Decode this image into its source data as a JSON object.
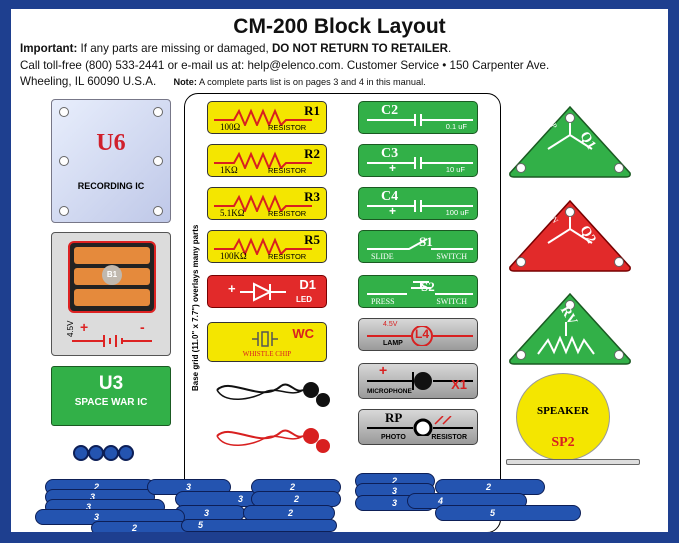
{
  "header": {
    "title": "CM-200 Block Layout",
    "important_label": "Important:",
    "important_text": " If any parts are missing or damaged, ",
    "do_not_return": "DO NOT RETURN TO RETAILER",
    "period": ".",
    "contact_line": "Call toll-free (800) 533-2441 or e-mail us at:  help@elenco.com. Customer Service • 150 Carpenter Ave.",
    "address": "Wheeling, IL  60090  U.S.A.",
    "note_label": "Note:",
    "note_text": " A complete parts list is on pages 3 and 4 in this manual."
  },
  "parts": {
    "u6": {
      "code": "U6",
      "name": "RECORDING IC"
    },
    "battery": {
      "code": "B1",
      "voltage": "4.5V",
      "plus": "+",
      "minus": "-"
    },
    "u3": {
      "code": "U3",
      "name": "SPACE WAR IC"
    },
    "base_grid": "Base grid (11.0\" x 7.7\") overlays many parts",
    "resistors": [
      {
        "code": "R1",
        "value": "100Ω",
        "type": "RESISTOR"
      },
      {
        "code": "R2",
        "value": "1KΩ",
        "type": "RESISTOR"
      },
      {
        "code": "R3",
        "value": "5.1KΩ",
        "type": "RESISTOR"
      },
      {
        "code": "R5",
        "value": "100KΩ",
        "type": "RESISTOR"
      }
    ],
    "led": {
      "code": "D1",
      "type": "LED",
      "plus": "+"
    },
    "whistle": {
      "code": "WC",
      "type": "WHISTLE CHIP"
    },
    "capacitors": [
      {
        "code": "C2",
        "value": "0.1 uF",
        "plus": ""
      },
      {
        "code": "C3",
        "value": "10 uF",
        "plus": "+"
      },
      {
        "code": "C4",
        "value": "100 uF",
        "plus": "+"
      }
    ],
    "s1": {
      "code": "S1",
      "left": "SLIDE",
      "right": "SWITCH"
    },
    "s2": {
      "code": "S2",
      "left": "PRESS",
      "right": "SWITCH"
    },
    "lamp": {
      "code": "L4",
      "voltage": "4.5V",
      "type": "LAMP"
    },
    "mic": {
      "code": "X1",
      "type": "MICROPHONE",
      "plus": "+"
    },
    "photo": {
      "code": "RP",
      "left": "PHOTO",
      "right": "RESISTOR"
    },
    "q1": {
      "code": "Q1",
      "type": "PNP"
    },
    "q2": {
      "code": "Q2",
      "type": "NPN"
    },
    "rv": {
      "code": "RV"
    },
    "speaker": {
      "code": "SP2",
      "name": "SPEAKER"
    },
    "wires_left": [
      "2",
      "3",
      "3",
      "3",
      "3",
      "2",
      "2",
      "3",
      "3",
      "2",
      "2",
      "5"
    ],
    "wires_right": [
      "2",
      "3",
      "3",
      "2",
      "4",
      "5"
    ]
  },
  "colors": {
    "frame": "#1e3f8f",
    "yellow": "#f4e600",
    "green": "#32b048",
    "red": "#e22a2a",
    "blue": "#2454b0"
  }
}
